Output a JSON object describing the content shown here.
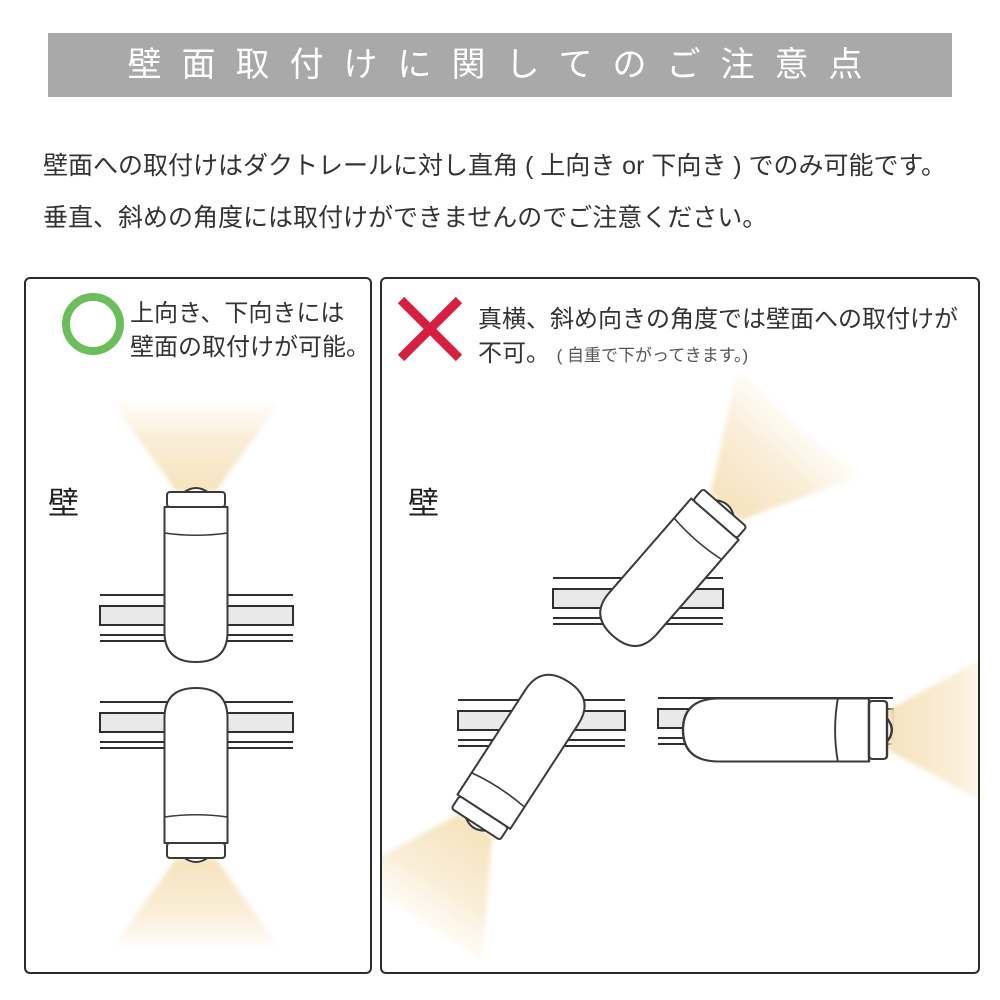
{
  "banner": {
    "title": "壁面取付けに関してのご注意点",
    "bg_color": "#a9a9a9",
    "text_color": "#ffffff"
  },
  "intro": {
    "line1": "壁面への取付けはダクトレールに対し直角 ( 上向き or 下向き ) でのみ可能です。",
    "line2": "垂直、斜めの角度には取付けができませんのでご注意ください。"
  },
  "ok_panel": {
    "mark": "circle-ok",
    "mark_color": "#6cbe5c",
    "line1": "上向き、下向きには",
    "line2": "壁面の取付けが可能。",
    "wall_label": "壁"
  },
  "ng_panel": {
    "mark": "cross-ng",
    "mark_color": "#d7203f",
    "line1": "真横、斜め向きの角度では壁面への取付けが",
    "line2_strong": "不可。",
    "line2_note": "( 自重で下がってきます。)",
    "wall_label": "壁"
  },
  "diagram_colors": {
    "beam": "#f6e1b8",
    "rail_fill": "#e9e9e9",
    "outline": "#3a3a3a"
  }
}
